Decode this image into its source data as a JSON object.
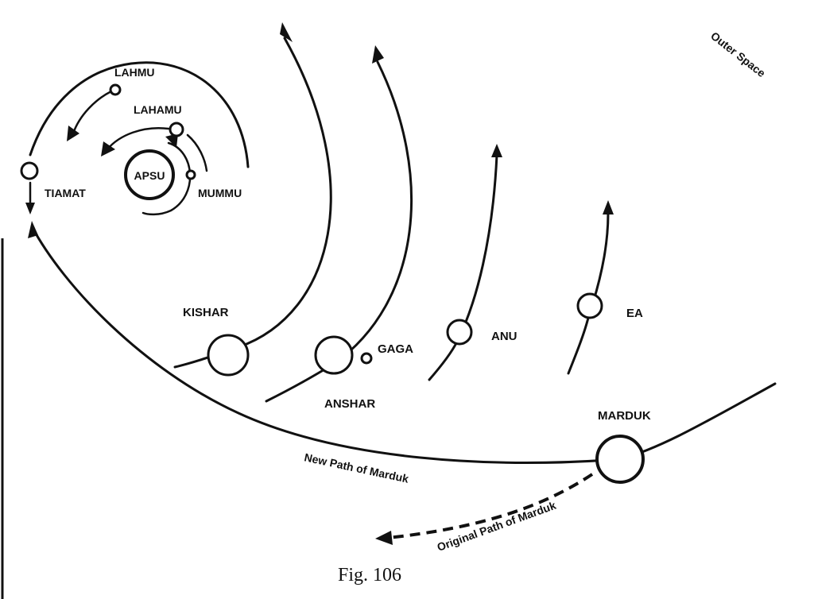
{
  "labels": {
    "outer_space": "Outer Space",
    "lahmu": "LAHMU",
    "lahamu": "LAHAMU",
    "apsu": "APSU",
    "mummu": "MUMMU",
    "tiamat": "TIAMAT",
    "kishar": "KISHAR",
    "gaga": "GAGA",
    "anshar": "ANSHAR",
    "anu": "ANU",
    "ea": "EA",
    "marduk": "MARDUK",
    "new_path": "New Path of Marduk",
    "original_path": "Original Path of Marduk"
  },
  "caption": "Fig. 106"
}
